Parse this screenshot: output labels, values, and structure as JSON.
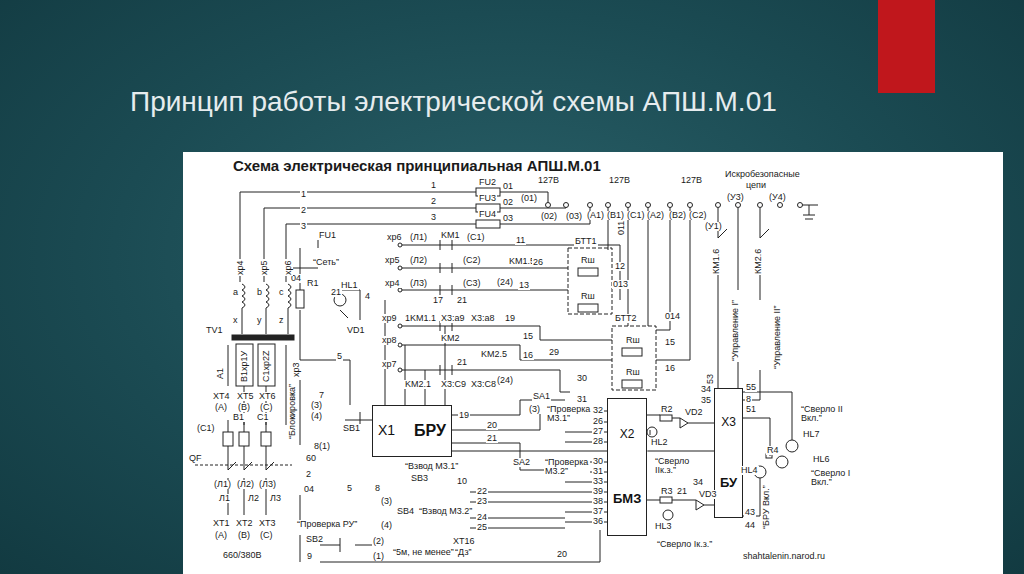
{
  "diagram": {
    "title": "Принцип работы электрической схемы АПШ.М.01",
    "nodes": [
      {
        "text": [
          "X1",
          "БРУ"
        ]
      },
      {
        "text": [
          "X2",
          "БМЗ"
        ]
      },
      {
        "text": [
          "X3",
          "БУ"
        ]
      }
    ],
    "edges": [
      {
        "from": 0,
        "to": 1,
        "arrow": "none"
      },
      {
        "from": 1,
        "to": 2,
        "arrow": "none"
      }
    ],
    "labels": [
      "Схема электрическая принципиальная АПШ.М.01",
      "1",
      "2",
      "3",
      "1",
      "2",
      "3",
      "FU2",
      "FU3",
      "FU4",
      "01",
      "(01)",
      "02",
      "(02)",
      "03",
      "(03)",
      "127В",
      "127В",
      "127В",
      "(А1)",
      "(В1)",
      "(С1)",
      "(А2)",
      "(В2)",
      "(С2)",
      "Искробезопасные",
      "цепи",
      "(У3)",
      "(У4)",
      "(У1)",
      "КМ1.6",
      "КМ2.6",
      "“Управление I”",
      "“Управление II”",
      "FU1",
      "“Сеть”",
      "HL1",
      "R1",
      "21",
      "VD1",
      "04",
      "xp4",
      "xp5",
      "xp6",
      "a",
      "x",
      "b",
      "y",
      "c",
      "z",
      "TV1",
      "xp3",
      "А1",
      "В1хр1У",
      "С1хр2Z",
      "XT4",
      "XT5",
      "XT6",
      "(A)",
      "(B)",
      "(C)",
      "(С1)",
      "В1",
      "С1",
      "QF",
      "(Л1)",
      "(Л2)",
      "(Л3)",
      "Л1",
      "Л2",
      "Л3",
      "XT1",
      "XT2",
      "XT3",
      "(A)",
      "(B)",
      "(C)",
      "660/380В",
      "“Блокировка”",
      "60",
      "2",
      "04",
      "7",
      "(3)",
      "(4)",
      "8(1)",
      "xp6",
      "(Л1)",
      "KM1",
      "(C1)",
      "11",
      "xp5",
      "(Л2)",
      "(C2)",
      "KM1.5",
      "26",
      "xp4",
      "(Л3)",
      "(C3)",
      "(24)",
      "17",
      "21",
      "13",
      "xp9",
      "1KM1.1",
      "X3:а9",
      "X3:а8",
      "19",
      "xp8",
      "KM2",
      "KM2.5",
      "15",
      "16",
      "xp7",
      "21",
      "(24)",
      "KM2.1",
      "X3:C9",
      "X3:C8",
      "29",
      "30",
      "31",
      "БТТ1",
      "Rш",
      "Rш",
      "БТТ2",
      "Rш",
      "Rш",
      "011",
      "12",
      "013",
      "014",
      "15",
      "16",
      "4",
      "5",
      "SB1",
      "19",
      "20",
      "21",
      "“Взвод М3.1”",
      "SB3",
      "“Взвод М3.2”",
      "SB4",
      "(3)",
      "(4)",
      "10",
      "22",
      "23",
      "24",
      "25",
      "5",
      "8",
      "“Проверка РУ”",
      "SB2",
      "9",
      "(2)",
      "(1)",
      "“5м, не менее”",
      "XT16",
      "“Дз”",
      "20",
      "SA1",
      "(3)",
      "“Проверка М3.1”",
      "SA2",
      "“Проверка М3.2”",
      "32",
      "26",
      "27",
      "28",
      "30",
      "31",
      "33",
      "39",
      "38",
      "37",
      "36",
      "R2",
      "VD2",
      "HL2",
      "“Сверло IIк.з.”",
      "R3",
      "21",
      "VD3",
      "HL3",
      "“Сверло Iк.з.”",
      "34",
      "35",
      "34",
      "53",
      "55",
      "8",
      "51",
      "“Сверло II Вкл.”",
      "HL7",
      "R4",
      "HL6",
      "“Сверло I Вкл.”",
      "HL4",
      "“БРУ Вкл.”",
      "43",
      "44",
      "shahtalenin.narod.ru"
    ]
  }
}
